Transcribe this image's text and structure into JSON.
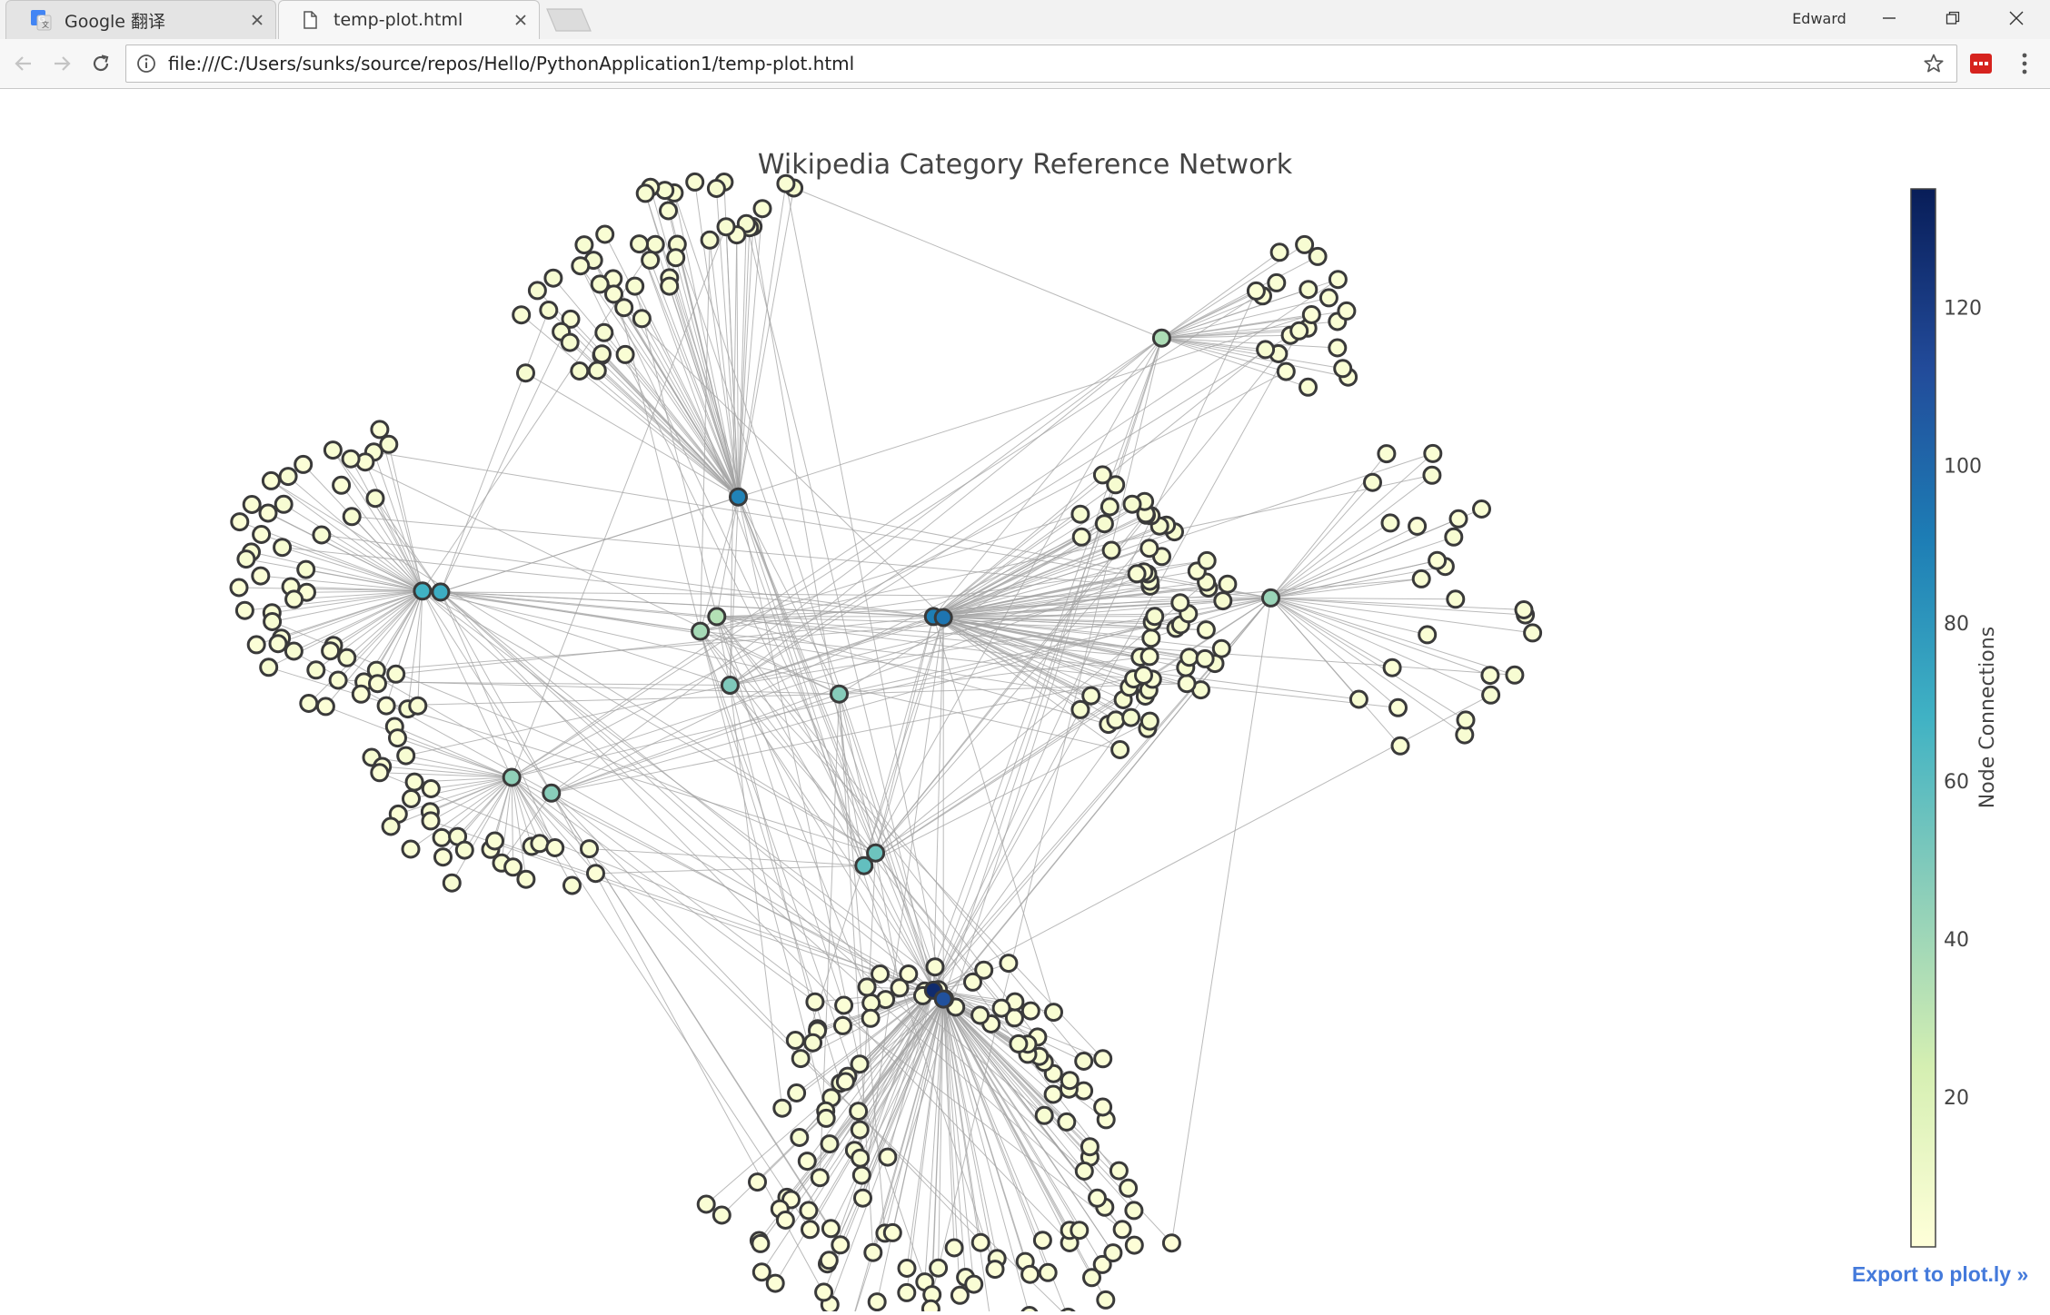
{
  "browser": {
    "tabs": [
      {
        "title": "Google 翻译",
        "active": false,
        "favicon": "google-translate-icon"
      },
      {
        "title": "temp-plot.html",
        "active": true,
        "favicon": "document-icon"
      }
    ],
    "profile_name": "Edward",
    "url": "file:///C:/Users/sunks/source/repos/Hello/PythonApplication1/temp-plot.html"
  },
  "colors": {
    "edge": "#a3a3a3",
    "node_stroke": "#3a3a3a",
    "colorscale": [
      "#ffffd9",
      "#d5efb2",
      "#8ecfb9",
      "#40b2c4",
      "#1d7db5",
      "#224b9a",
      "#081d58"
    ],
    "title_text": "#444444",
    "link": "#447adb"
  },
  "chart_data": {
    "type": "scatter",
    "title": "Wikipedia Category Reference Network",
    "colorbar": {
      "title": "Node Connections",
      "min": 1,
      "max": 135,
      "ticks": [
        "20",
        "40",
        "60",
        "80",
        "100",
        "120"
      ]
    },
    "axes_visible": false,
    "hubs": [
      {
        "id": "h1",
        "x": 0.375,
        "y": 0.723,
        "connections": 88
      },
      {
        "id": "h2",
        "x": 0.184,
        "y": 0.627,
        "connections": 68
      },
      {
        "id": "h3",
        "x": 0.195,
        "y": 0.626,
        "connections": 70
      },
      {
        "id": "h4",
        "x": 0.493,
        "y": 0.601,
        "connections": 90
      },
      {
        "id": "h5",
        "x": 0.499,
        "y": 0.6,
        "connections": 94
      },
      {
        "id": "h6",
        "x": 0.631,
        "y": 0.885,
        "connections": 36
      },
      {
        "id": "h7",
        "x": 0.697,
        "y": 0.62,
        "connections": 42
      },
      {
        "id": "h8",
        "x": 0.238,
        "y": 0.437,
        "connections": 45
      },
      {
        "id": "h9",
        "x": 0.262,
        "y": 0.421,
        "connections": 47
      },
      {
        "id": "h10",
        "x": 0.458,
        "y": 0.36,
        "connections": 55
      },
      {
        "id": "h11",
        "x": 0.451,
        "y": 0.347,
        "connections": 58
      },
      {
        "id": "h12",
        "x": 0.493,
        "y": 0.22,
        "connections": 128
      },
      {
        "id": "h13",
        "x": 0.499,
        "y": 0.211,
        "connections": 110
      },
      {
        "id": "h14",
        "x": 0.37,
        "y": 0.531,
        "connections": 50
      },
      {
        "id": "h15",
        "x": 0.436,
        "y": 0.522,
        "connections": 48
      },
      {
        "id": "h16",
        "x": 0.352,
        "y": 0.586,
        "connections": 38
      },
      {
        "id": "h17",
        "x": 0.362,
        "y": 0.601,
        "connections": 34
      }
    ],
    "clusters": [
      {
        "hub": "h1",
        "cx": 0.39,
        "cy": 0.86,
        "r": 0.138,
        "start": 85,
        "end": 185,
        "count": 48,
        "degree": 4
      },
      {
        "hub": "h2",
        "cx": 0.185,
        "cy": 0.63,
        "r": 0.115,
        "start": 100,
        "end": 265,
        "count": 50,
        "degree": 3
      },
      {
        "hub": "h6",
        "cx": 0.63,
        "cy": 0.88,
        "r": 0.11,
        "start": -18,
        "end": 42,
        "count": 22,
        "degree": 3
      },
      {
        "hub": "h7",
        "cx": 0.697,
        "cy": 0.62,
        "r": 0.148,
        "start": -58,
        "end": 58,
        "count": 26,
        "degree": 3
      },
      {
        "hub": "h8",
        "cx": 0.24,
        "cy": 0.44,
        "r": 0.09,
        "start": 155,
        "end": 305,
        "count": 30,
        "degree": 3
      },
      {
        "hub": "h12",
        "cx": 0.5,
        "cy": 0.12,
        "r": 0.095,
        "start": -30,
        "end": 240,
        "count": 70,
        "degree": 3
      },
      {
        "hub": "h13",
        "cx": 0.5,
        "cy": 0.08,
        "r": 0.15,
        "start": 200,
        "end": 340,
        "count": 60,
        "degree": 2
      },
      {
        "hub": "h4",
        "cx": 0.56,
        "cy": 0.6,
        "r": 0.11,
        "start": -70,
        "end": 75,
        "count": 60,
        "degree": 4
      }
    ]
  },
  "footer": {
    "export_link": "Export to plot.ly »"
  }
}
